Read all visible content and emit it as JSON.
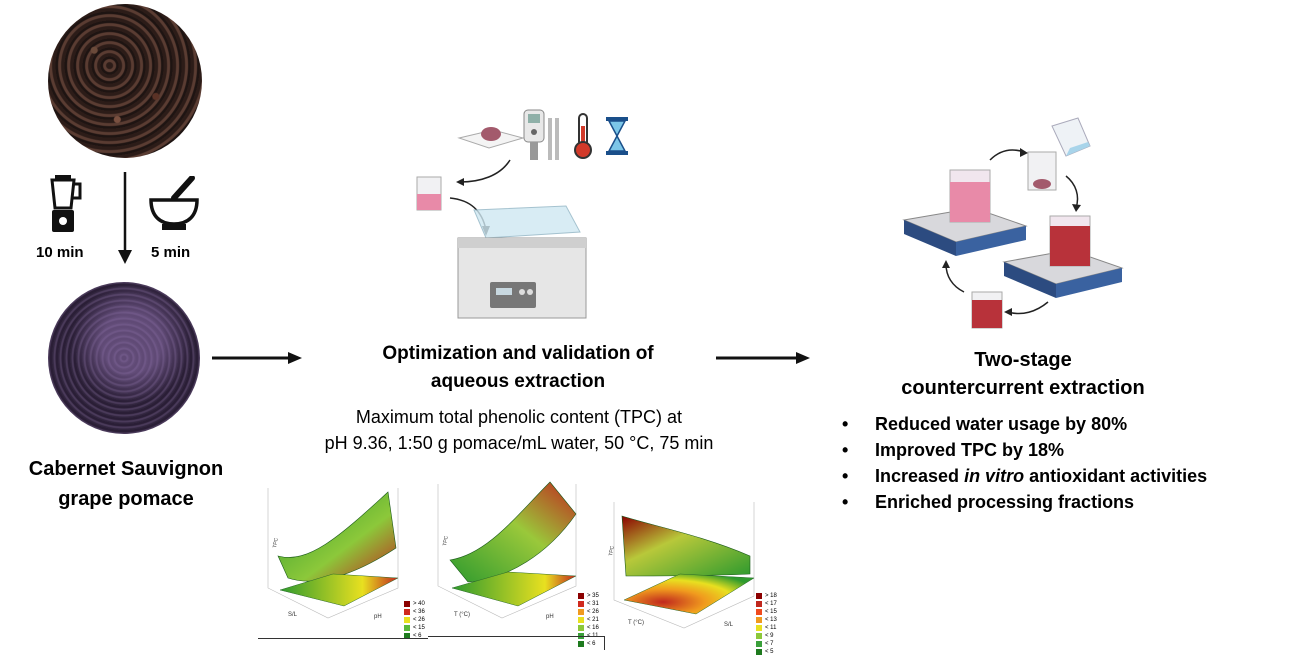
{
  "stage1": {
    "time_blender": "10 min",
    "time_mortar": "5 min",
    "pomace_label_line1": "Cabernet Sauvignon",
    "pomace_label_line2": "grape pomace"
  },
  "stage2": {
    "title_line1": "Optimization and validation of",
    "title_line2": "aqueous extraction",
    "desc_line1": "Maximum total phenolic content (TPC) at",
    "desc_line2": "pH 9.36, 1:50 g pomace/mL water, 50 °C, 75 min"
  },
  "surfaces": [
    {
      "legend": [
        "> 40",
        "< 36",
        "< 26",
        "< 15",
        "< 6"
      ],
      "axis_x": "pH",
      "axis_y": "S/L"
    },
    {
      "legend": [
        "> 35",
        "< 31",
        "< 26",
        "< 21",
        "< 16",
        "< 11",
        "< 6"
      ],
      "axis_x": "pH",
      "axis_y": "T (°C)"
    },
    {
      "legend": [
        "> 18",
        "< 17",
        "< 15",
        "< 13",
        "< 11",
        "< 9",
        "< 7",
        "< 5"
      ],
      "axis_x": "S/L",
      "axis_y": "T (°C)"
    }
  ],
  "stage3": {
    "title_line1": "Two-stage",
    "title_line2": "countercurrent extraction",
    "bullets": [
      {
        "pre": "Reduced water usage by 80%",
        "ital": "",
        "post": ""
      },
      {
        "pre": "Improved TPC by 18%",
        "ital": "",
        "post": ""
      },
      {
        "pre": "Increased ",
        "ital": "in vitro",
        "post": " antioxidant activities"
      },
      {
        "pre": "Enriched processing fractions",
        "ital": "",
        "post": ""
      }
    ]
  },
  "colors": {
    "pomace_dry": "#3a2a24",
    "pomace_ground": "#3b2a4a",
    "beaker_pink": "#e88aa8",
    "beaker_red": "#b8323a",
    "stirrer_blue": "#2c4b80",
    "surface_red": "#c0281e",
    "surface_green": "#2e9a2e",
    "surface_yellow": "#e8e020"
  }
}
